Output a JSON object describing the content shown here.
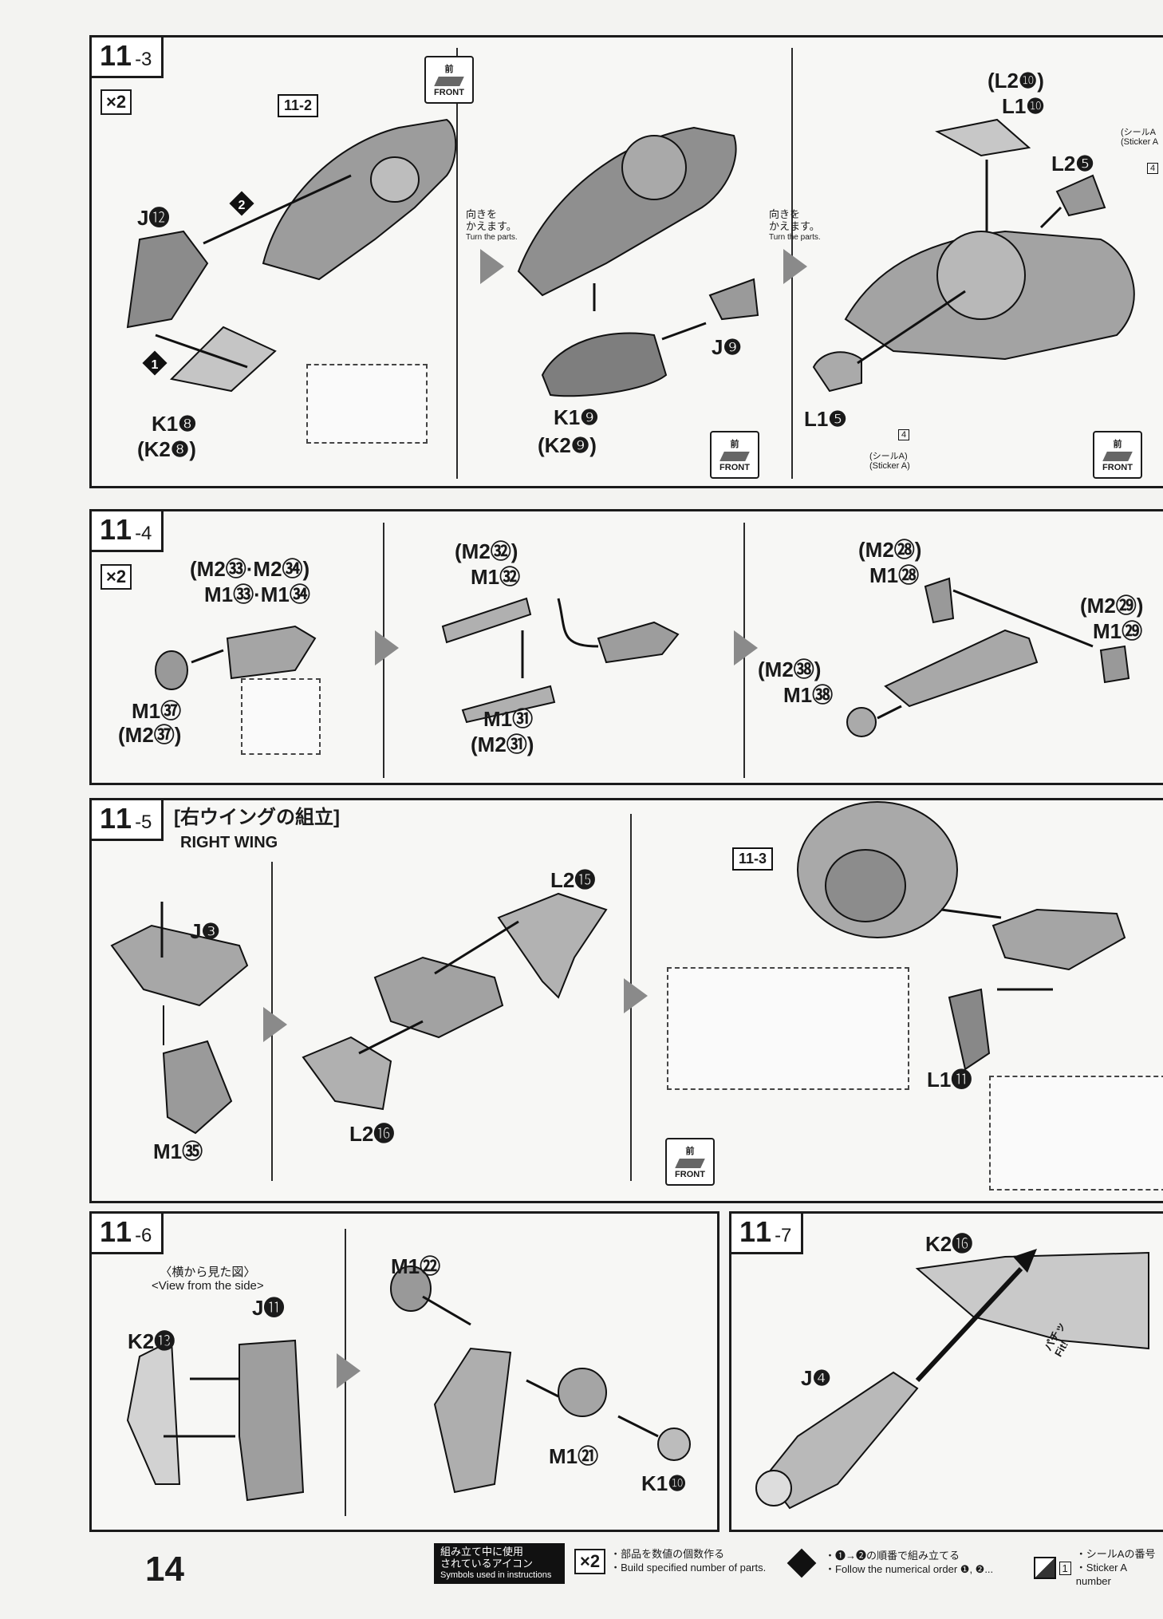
{
  "page_number": "14",
  "front_icon": {
    "jp": "前",
    "en": "FRONT"
  },
  "turn_parts": {
    "jp1": "向きを",
    "jp2": "かえます。",
    "en": "Turn the parts."
  },
  "step_11_3": {
    "step_main": "11",
    "step_sub": "-3",
    "multiplier": "×2",
    "ref_tag": "11-2",
    "parts": {
      "J12": "J⓬",
      "K1_8": "K1❽",
      "K2_8": "(K2❽)",
      "K1_9": "K1❾",
      "K2_9": "(K2❾)",
      "J9": "J❾",
      "L2_10": "(L2❿)",
      "L1_10": "L1❿",
      "L2_5": "L2❺",
      "L1_5": "L1❺"
    },
    "sticker": {
      "jp": "(シールA)",
      "en": "(Sticker A)",
      "num": "4"
    },
    "sticker_top": {
      "jp": "(シールA",
      "en": "(Sticker A",
      "num": "4"
    }
  },
  "step_11_4": {
    "step_main": "11",
    "step_sub": "-4",
    "multiplier": "×2",
    "parts": {
      "top_a": "(M2㉝·M2㉞)",
      "top_b": "M1㉝·M1㉞",
      "m137": "M1㊲",
      "m237": "(M2㊲)",
      "m232": "(M2㉜)",
      "m132": "M1㉜",
      "m131": "M1㉛",
      "m231": "(M2㉛)",
      "m228": "(M2㉘)",
      "m128": "M1㉘",
      "m229": "(M2㉙)",
      "m129": "M1㉙",
      "m238": "(M2㊳)",
      "m138": "M1㊳"
    }
  },
  "step_11_5": {
    "step_main": "11",
    "step_sub": "-5",
    "title_jp": "[右ウイングの組立]",
    "title_en": "RIGHT WING",
    "ref_tag": "11-3",
    "parts": {
      "J3": "J❸",
      "M135": "M1㉟",
      "L215": "L2⓯",
      "L216": "L2⓰",
      "L111": "L1⓫"
    }
  },
  "step_11_6": {
    "step_main": "11",
    "step_sub": "-6",
    "view_jp": "〈横から見た図〉",
    "view_en": "<View from the side>",
    "parts": {
      "K213": "K2⓭",
      "J11": "J⓫",
      "M122": "M1㉒",
      "M121": "M1㉑",
      "K110": "K1❿"
    }
  },
  "step_11_7": {
    "step_main": "11",
    "step_sub": "-7",
    "parts": {
      "K216": "K2⓰",
      "J4": "J❹"
    },
    "fit_jp": "パチッ",
    "fit_en": "Fit!"
  },
  "legend": {
    "title_jp1": "組み立て中に使用",
    "title_jp2": "されているアイコン",
    "title_en": "Symbols used in instructions",
    "x2_icon": "×2",
    "x2_jp": "・部品を数値の個数作る",
    "x2_en": "・Build specified number of parts.",
    "order_jp": "・❶→❷の順番で組み立てる",
    "order_en": "・Follow the numerical order ❶, ❷...",
    "sticker_num": "1",
    "sticker_jp": "・シールAの番号",
    "sticker_en": "・Sticker A number"
  }
}
